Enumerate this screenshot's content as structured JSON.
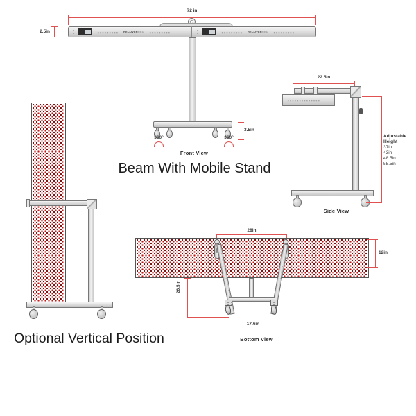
{
  "colors": {
    "dimension_red": "#e05252",
    "led_red": "#c41616",
    "led_dark_red": "#7d1111",
    "structure_gray": "#d9d9d9",
    "outline_gray": "#777777",
    "text_dark": "#1c1c1c"
  },
  "front_view": {
    "view_label": "Front View",
    "title": "Beam With Mobile Stand",
    "beam_width": "72 in",
    "beam_thickness": "2.5in",
    "caster_height": "3.5in",
    "swivel_left": "360°",
    "swivel_right": "360°",
    "logo_main": "RECOVER",
    "logo_accent": "RED"
  },
  "side_view": {
    "view_label": "Side View",
    "arm_depth": "22.5in",
    "adjustable_line1": "Adjustable",
    "adjustable_line2": "Height",
    "heights": [
      "37in",
      "43in",
      "48.5in",
      "55.5in"
    ]
  },
  "bottom_view": {
    "view_label": "Bottom View",
    "caster_span": "28in",
    "panel_depth": "12in",
    "stand_clearance": "26.5in",
    "base_width": "17.6in"
  },
  "vertical_view": {
    "title": "Optional Vertical Position"
  }
}
